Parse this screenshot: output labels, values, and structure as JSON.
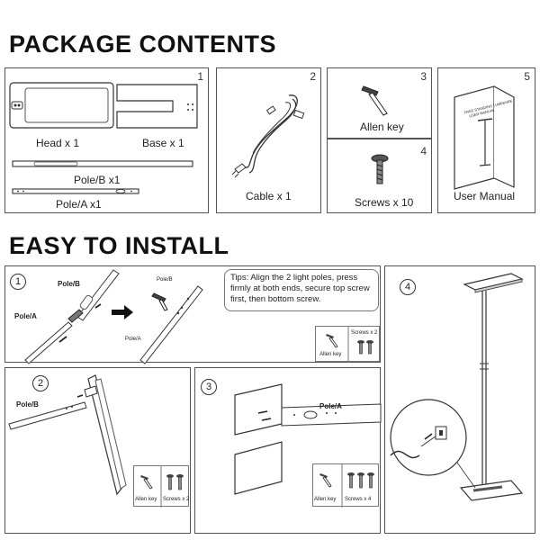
{
  "headings": {
    "package": "PACKAGE CONTENTS",
    "install": "EASY TO INSTALL"
  },
  "package": {
    "box1": {
      "number": "1",
      "head_label": "Head x 1",
      "base_label": "Base x 1",
      "poleb_label": "Pole/B x1",
      "polea_label": "Pole/A x1"
    },
    "box2": {
      "number": "2",
      "label": "Cable x 1"
    },
    "box3": {
      "number": "3",
      "label": "Allen key"
    },
    "box4": {
      "number": "4",
      "label": "Screws x 10"
    },
    "box5": {
      "number": "5",
      "label": "User Manual",
      "manual_title": "FREE STANDING LUMINAIRE",
      "manual_sub": "USER MANUAL"
    }
  },
  "install": {
    "step1": {
      "number": "1",
      "poleb": "Pole/B",
      "polea": "Pole/A",
      "poleb2": "Pole/B",
      "polea2": "Pole/A",
      "tip": "Tips: Align the 2 light poles, press firmly at both ends, secure top screw first, then bottom screw.",
      "allen": "Allen key",
      "screws": "Screws x 2"
    },
    "step2": {
      "number": "2",
      "poleb": "Pole/B",
      "allen": "Allen key",
      "screws": "Screws x 2"
    },
    "step3": {
      "number": "3",
      "polea": "Pole/A",
      "allen": "Allen key",
      "screws": "Screws x 4"
    },
    "step4": {
      "number": "4"
    }
  },
  "icons": [
    "allen-key-icon",
    "screw-icon",
    "arrow-icon",
    "plug-icon"
  ]
}
